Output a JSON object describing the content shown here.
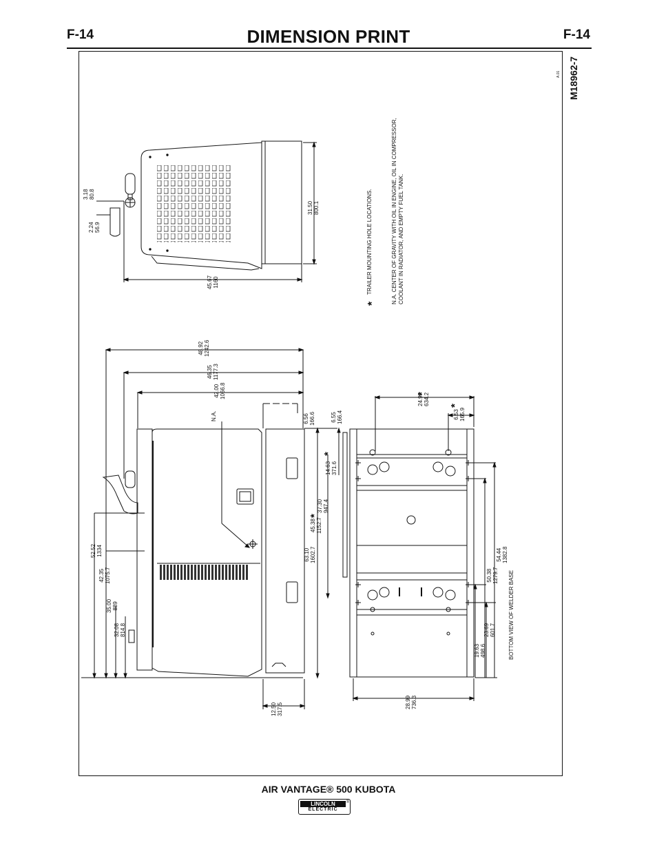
{
  "header": {
    "page_number_left": "F-14",
    "title": "DIMENSION PRINT",
    "page_number_right": "F-14"
  },
  "drawing": {
    "drawing_number": "M18962-7",
    "revision": "A.01",
    "notes": {
      "trailer_holes": "TRAILER MOUNTING HOLE LOCATIONS.",
      "cg_line1": "N.A. CENTER OF GRAVITY WITH OIL IN ENGINE, OIL IN COMPRESSOR,",
      "cg_line2": "COOLANT IN RADIATOR, AND EMPTY FUEL TANK."
    },
    "na_label": "N.A.",
    "bottom_view_label": "BOTTOM VIEW OF WELDER BASE",
    "asterisk": "*",
    "dims": {
      "d_318": "3.18",
      "d_808": "80.8",
      "d_224": "2.24",
      "d_569": "56.9",
      "d_3150": "31.50",
      "d_8001": "800.1",
      "d_4567": "45.67",
      "d_1160": "1160",
      "d_4892": "48.92",
      "d_12426": "1242.6",
      "d_4635": "46.35",
      "d_11773": "1177.3",
      "d_4200": "42.00",
      "d_10668": "1066.8",
      "d_656": "6.56",
      "d_1666": "166.6",
      "d_655": "6.55",
      "d_1664": "166.4",
      "d_2497": "24.97",
      "d_6342": "634.2",
      "d_653": "6.53",
      "d_1659": "165.9",
      "d_1463": "14.63",
      "d_3716": "371.6",
      "d_3730": "37.30",
      "d_9474": "947.4",
      "d_4538": "45.38",
      "d_11527": "1152.7",
      "d_6310": "63.10",
      "d_16027": "1602.7",
      "d_5252": "52.52",
      "d_1334": "1334",
      "d_4235": "42.35",
      "d_10757": "1075.7",
      "d_3500": "35.00",
      "d_889": "889",
      "d_3208": "32.08",
      "d_8148": "814.8",
      "d_1250": "12.50",
      "d_3175": "317.5",
      "d_2899": "28.99",
      "d_7363": "736.3",
      "d_1963": "19.63",
      "d_4986": "498.6",
      "d_2369": "23.69",
      "d_6017": "601.7",
      "d_5038": "50.38",
      "d_12797": "1279.7",
      "d_5444": "54.44",
      "d_13828": "1382.8"
    }
  },
  "footer": {
    "model": "AIR VANTAGE® 500 KUBOTA",
    "logo_top": "LINCOLN",
    "logo_reg": "®",
    "logo_bottom": "ELECTRIC"
  }
}
